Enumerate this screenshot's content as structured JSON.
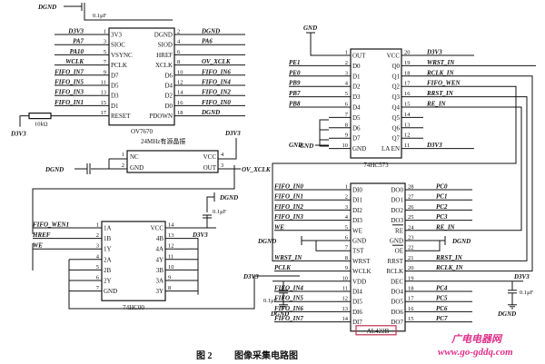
{
  "caption": {
    "figure": "图 2",
    "title": "图像采集电路图"
  },
  "watermark": {
    "brand": "广电电器网",
    "url": "www.go-gddq.com"
  },
  "top_power": {
    "label": "DGND",
    "cap": "0.1μF"
  },
  "gnd_top_mid": "GND",
  "ov7670": {
    "part": "OV7670",
    "left_pins": [
      {
        "num": "1",
        "name": "3V3",
        "net": "D3V3"
      },
      {
        "num": "3",
        "name": "SIOC",
        "net": "PA7"
      },
      {
        "num": "5",
        "name": "VSYNC",
        "net": "PA10"
      },
      {
        "num": "7",
        "name": "PCLK",
        "net": "WCLK"
      },
      {
        "num": "9",
        "name": "D7",
        "net": "FIFO_IN7"
      },
      {
        "num": "11",
        "name": "D5",
        "net": "FIFO_IN5"
      },
      {
        "num": "13",
        "name": "D3",
        "net": "FIFO_IN3"
      },
      {
        "num": "15",
        "name": "D1",
        "net": "FIFO_IN1"
      },
      {
        "num": "17",
        "name": "RESET",
        "net": ""
      }
    ],
    "right_pins": [
      {
        "num": "2",
        "name": "DGND",
        "net": "DGND"
      },
      {
        "num": "4",
        "name": "SIOD",
        "net": "PA6"
      },
      {
        "num": "6",
        "name": "HREF",
        "net": ""
      },
      {
        "num": "8",
        "name": "XCLK",
        "net": "OV_XCLK"
      },
      {
        "num": "10",
        "name": "D6",
        "net": "FIFO_IN6"
      },
      {
        "num": "12",
        "name": "D4",
        "net": "FIFO_IN4"
      },
      {
        "num": "14",
        "name": "D2",
        "net": "FIFO_IN2"
      },
      {
        "num": "16",
        "name": "D0",
        "net": "FIFO_IN0"
      },
      {
        "num": "18",
        "name": "PDOWN",
        "net": "DGND"
      }
    ],
    "reset_resistor": "10kΩ",
    "reset_net": "D3V3"
  },
  "oscillator": {
    "title": "24MHz有源晶振",
    "vcc_net": "D3V3",
    "pins": [
      {
        "num": "1",
        "name": "NC"
      },
      {
        "num": "2",
        "name": "GND"
      },
      {
        "num": "4",
        "name": "VCC"
      },
      {
        "num": "3",
        "name": "OUT"
      }
    ],
    "gnd_net": "DGND",
    "out_net": "OV_XCLK"
  },
  "hc573": {
    "part": "74HC573",
    "left_pins": [
      {
        "num": "1",
        "name": "OUT",
        "net": ""
      },
      {
        "num": "2",
        "name": "D0",
        "net": "PE1"
      },
      {
        "num": "3",
        "name": "D1",
        "net": "PE0"
      },
      {
        "num": "4",
        "name": "D2",
        "net": "PB9"
      },
      {
        "num": "5",
        "name": "D3",
        "net": "PB7"
      },
      {
        "num": "6",
        "name": "D4",
        "net": "PB8"
      },
      {
        "num": "7",
        "name": "D5",
        "net": ""
      },
      {
        "num": "8",
        "name": "D6",
        "net": ""
      },
      {
        "num": "9",
        "name": "D7",
        "net": ""
      },
      {
        "num": "10",
        "name": "GND",
        "net": "GND"
      }
    ],
    "right_pins": [
      {
        "num": "20",
        "name": "VCC",
        "net": "D3V3"
      },
      {
        "num": "19",
        "name": "Q0",
        "net": "WRST_IN"
      },
      {
        "num": "18",
        "name": "Q1",
        "net": "RCLK_IN"
      },
      {
        "num": "17",
        "name": "Q2",
        "net": "FIFO_WEN"
      },
      {
        "num": "16",
        "name": "Q3",
        "net": "RRST_IN"
      },
      {
        "num": "15",
        "name": "Q4",
        "net": "RE_IN"
      },
      {
        "num": "14",
        "name": "Q5",
        "net": ""
      },
      {
        "num": "13",
        "name": "Q6",
        "net": ""
      },
      {
        "num": "12",
        "name": "Q7",
        "net": ""
      },
      {
        "num": "11",
        "name": "LA EN",
        "net": "D3V3"
      }
    ]
  },
  "hc00": {
    "part": "74HC00",
    "top_power": {
      "label": "DGND",
      "cap": "0.1μF"
    },
    "left_pins": [
      {
        "num": "1",
        "name": "1A",
        "net": "FIFO_WEN1"
      },
      {
        "num": "2",
        "name": "1B",
        "net": "HREF"
      },
      {
        "num": "3",
        "name": "1Y",
        "net": "WE"
      },
      {
        "num": "4",
        "name": "2A",
        "net": ""
      },
      {
        "num": "5",
        "name": "2B",
        "net": ""
      },
      {
        "num": "6",
        "name": "2Y",
        "net": ""
      },
      {
        "num": "7",
        "name": "GND",
        "net": ""
      }
    ],
    "right_pins": [
      {
        "num": "14",
        "name": "VCC",
        "net": "D3V3"
      },
      {
        "num": "13",
        "name": "4B",
        "net": ""
      },
      {
        "num": "12",
        "name": "4A",
        "net": ""
      },
      {
        "num": "11",
        "name": "4Y",
        "net": ""
      },
      {
        "num": "10",
        "name": "3B",
        "net": ""
      },
      {
        "num": "9",
        "name": "3A",
        "net": ""
      },
      {
        "num": "8",
        "name": "3Y",
        "net": ""
      }
    ]
  },
  "al422b": {
    "part": "AL422B",
    "left_pins": [
      {
        "num": "1",
        "name": "DI0",
        "net": "FIFO_IN0"
      },
      {
        "num": "2",
        "name": "DI1",
        "net": "FIFO_IN1"
      },
      {
        "num": "3",
        "name": "DI2",
        "net": "FIFO_IN2"
      },
      {
        "num": "4",
        "name": "DI3",
        "net": "FIFO_IN3"
      },
      {
        "num": "5",
        "name": "WE",
        "net": "WE"
      },
      {
        "num": "6",
        "name": "GND",
        "net": "DGND"
      },
      {
        "num": "7",
        "name": "TST",
        "net": ""
      },
      {
        "num": "8",
        "name": "WRST",
        "net": "WRST_IN"
      },
      {
        "num": "9",
        "name": "WCLK",
        "net": "PCLK"
      },
      {
        "num": "10",
        "name": "VDD",
        "net": "D3V3"
      },
      {
        "num": "11",
        "name": "DI4",
        "net": "FIFO_IN4"
      },
      {
        "num": "12",
        "name": "DI5",
        "net": "FIFO_IN5"
      },
      {
        "num": "13",
        "name": "DI6",
        "net": "FIFO_IN6"
      },
      {
        "num": "14",
        "name": "DI7",
        "net": "FIFO_IN7"
      }
    ],
    "right_pins": [
      {
        "num": "28",
        "name": "DO0",
        "net": "PC0"
      },
      {
        "num": "27",
        "name": "DO1",
        "net": "PC1"
      },
      {
        "num": "26",
        "name": "DO2",
        "net": "PC2"
      },
      {
        "num": "25",
        "name": "DO3",
        "net": "PC3"
      },
      {
        "num": "24",
        "name": "RE",
        "net": "RE_IN"
      },
      {
        "num": "23",
        "name": "GND",
        "net": "DGND"
      },
      {
        "num": "22",
        "name": "OE",
        "net": ""
      },
      {
        "num": "21",
        "name": "RRST",
        "net": "RRST_IN"
      },
      {
        "num": "20",
        "name": "RCLK",
        "net": "RCLK_IN"
      },
      {
        "num": "19",
        "name": "DEC",
        "net": "D3V3"
      },
      {
        "num": "18",
        "name": "DO4",
        "net": "PC4"
      },
      {
        "num": "17",
        "name": "DO5",
        "net": "PC5"
      },
      {
        "num": "16",
        "name": "DO6",
        "net": "PC6"
      },
      {
        "num": "15",
        "name": "DO7",
        "net": "PC7"
      }
    ],
    "vdd_cap": "0.1μF",
    "vdd_gnd": "DGND",
    "dec_cap": "0.1μF",
    "dec_gnd": "DGND"
  }
}
